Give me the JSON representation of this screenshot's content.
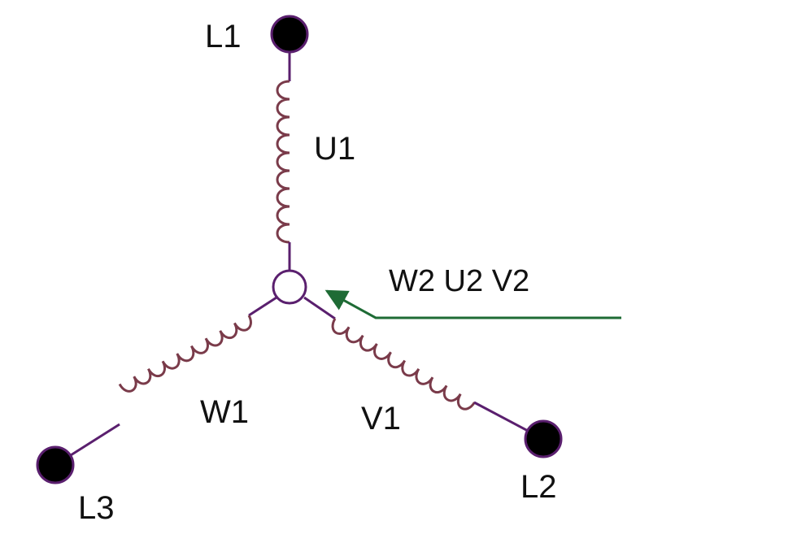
{
  "terminals": {
    "l1": "L1",
    "l2": "L2",
    "l3": "L3"
  },
  "windings": {
    "u1": "U1",
    "v1": "V1",
    "w1": "W1"
  },
  "star_point_label": "W2 U2 V2",
  "colors": {
    "wire": "#5a1f6e",
    "coil": "#7a3b4a",
    "arrow": "#1e6b35",
    "terminal_fill": "#000000",
    "text": "#111111"
  }
}
